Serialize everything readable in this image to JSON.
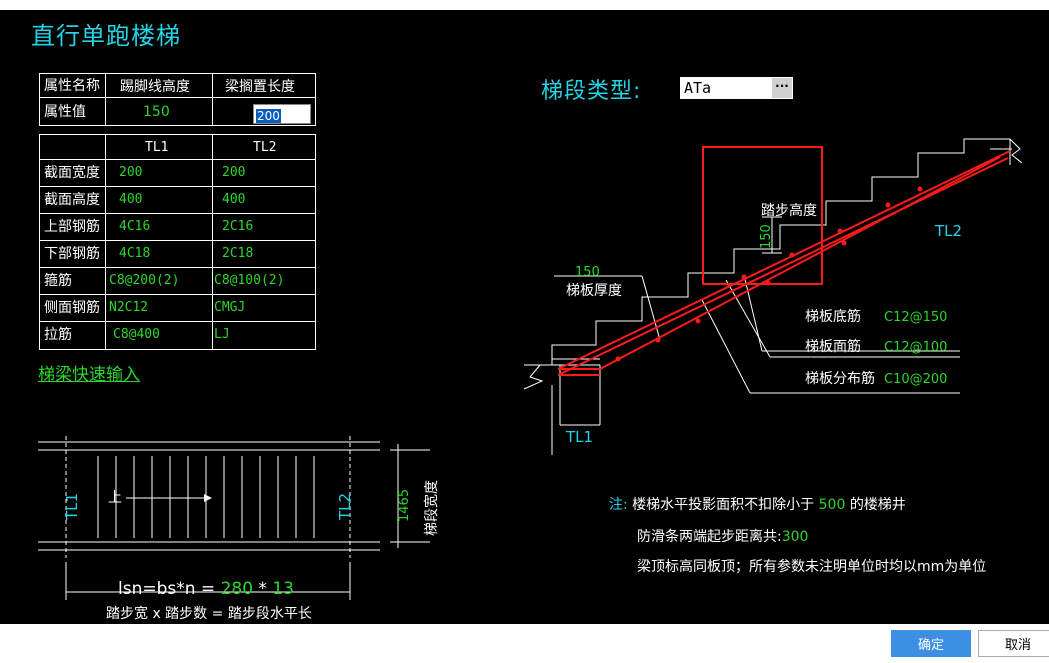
{
  "title": "直行单跑楼梯",
  "props": {
    "h_name": "属性名称",
    "h_kick": "踢脚线高度",
    "h_beam": "梁搁置长度",
    "r_value": "属性值",
    "kick_value": "150",
    "beam_value": "200"
  },
  "beams": {
    "col1": "TL1",
    "col2": "TL2",
    "rows": [
      {
        "label": "截面宽度",
        "tl1": "200",
        "tl2": "200"
      },
      {
        "label": "截面高度",
        "tl1": "400",
        "tl2": "400"
      },
      {
        "label": "上部钢筋",
        "tl1": "4C16",
        "tl2": "2C16"
      },
      {
        "label": "下部钢筋",
        "tl1": "4C18",
        "tl2": "2C18"
      },
      {
        "label": "箍筋",
        "tl1": "C8@200(2)",
        "tl2": "C8@100(2)"
      },
      {
        "label": "侧面钢筋",
        "tl1": "N2C12",
        "tl2": "CMGJ"
      },
      {
        "label": "拉筋",
        "tl1": "C8@400",
        "tl2": "LJ"
      }
    ]
  },
  "quick_input": "梯梁快速输入",
  "type_label": "梯段类型:",
  "type_value": "ATa",
  "type_button": "···",
  "section": {
    "tl1": "TL1",
    "tl2": "TL2",
    "step_height_label": "踏步高度",
    "step_height_value": "150",
    "thickness_value": "150",
    "thickness_label": "梯板厚度",
    "bottom_bar_label": "梯板底筋",
    "bottom_bar_value": "C12@150",
    "top_bar_label": "梯板面筋",
    "top_bar_value": "C12@100",
    "dist_bar_label": "梯板分布筋",
    "dist_bar_value": "C10@200"
  },
  "plan": {
    "tl1": "TL1",
    "tl2": "TL2",
    "up": "上",
    "width_value": "1465",
    "width_label": "梯段宽度",
    "formula_left": "lsn=bs*n = ",
    "formula_bs": "280",
    "formula_mul": " * ",
    "formula_n": "13",
    "formula_desc": "踏步宽 x 踏步数 = 踏步段水平长"
  },
  "notes": {
    "prefix": "注:",
    "line1_a": "楼梯水平投影面积不扣除小于",
    "line1_value": "500",
    "line1_b": "的楼梯井",
    "line2_a": "防滑条两端起步距离共:",
    "line2_value": "300",
    "line3": "梁顶标高同板顶；所有参数未注明单位时均以mm为单位"
  },
  "buttons": {
    "ok": "确定",
    "cancel": "取消"
  },
  "colors": {
    "background": "#000000",
    "cyan": "#24d3e6",
    "green": "#2bd62b",
    "red": "#ff1a1a",
    "ok_button": "#3c8fe3"
  }
}
